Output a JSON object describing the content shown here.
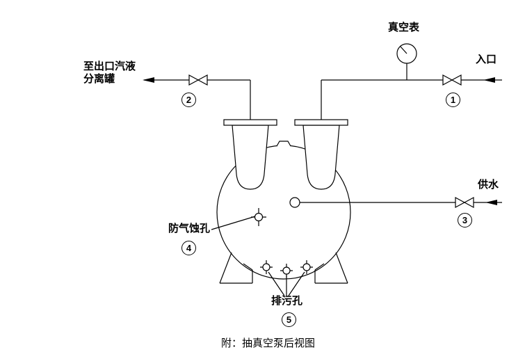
{
  "labels": {
    "vacuum_gauge": "真空表",
    "inlet": "入口",
    "outlet": "至出口汽液\n分离罐",
    "water_supply": "供水",
    "anti_cavitation": "防气蚀孔",
    "drain": "排污孔",
    "caption": "附：抽真空泵后视图"
  },
  "callouts": {
    "inlet_valve": "1",
    "outlet_valve": "2",
    "water_valve": "3",
    "anti_cavitation_hole": "4",
    "drain_holes": "5"
  },
  "colors": {
    "line": "#000000",
    "background": "#ffffff"
  }
}
